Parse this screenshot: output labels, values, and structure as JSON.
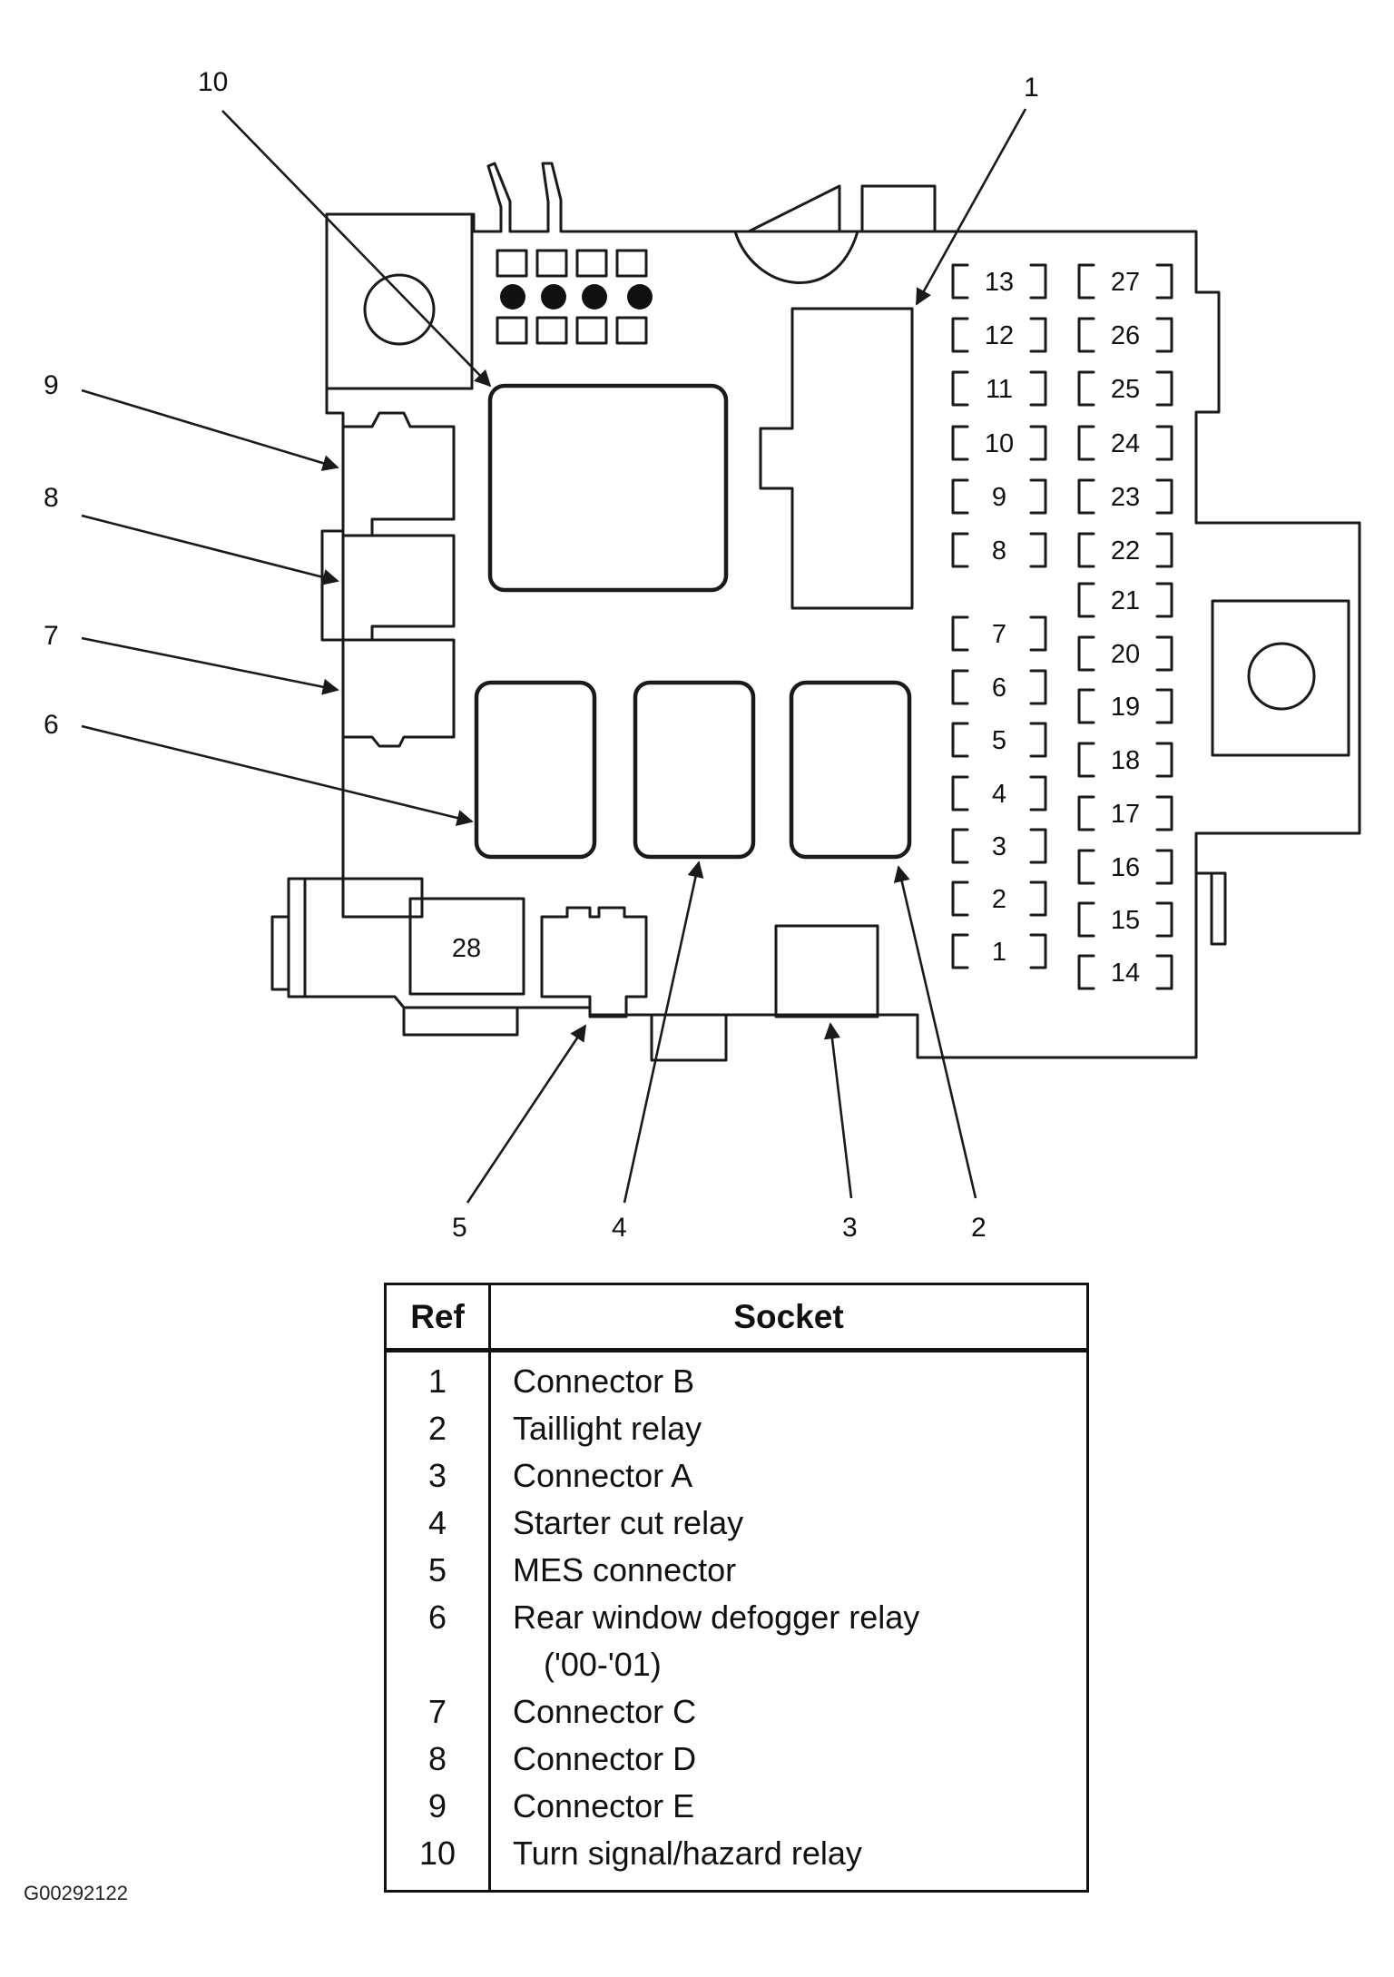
{
  "callouts": [
    {
      "id": "1",
      "label": "1"
    },
    {
      "id": "2",
      "label": "2"
    },
    {
      "id": "3",
      "label": "3"
    },
    {
      "id": "4",
      "label": "4"
    },
    {
      "id": "5",
      "label": "5"
    },
    {
      "id": "6",
      "label": "6"
    },
    {
      "id": "7",
      "label": "7"
    },
    {
      "id": "8",
      "label": "8"
    },
    {
      "id": "9",
      "label": "9"
    },
    {
      "id": "10",
      "label": "10"
    }
  ],
  "fuses_left": [
    "13",
    "12",
    "11",
    "10",
    "9",
    "8",
    "7",
    "6",
    "5",
    "4",
    "3",
    "2",
    "1"
  ],
  "fuses_right": [
    "27",
    "26",
    "25",
    "24",
    "23",
    "22",
    "21",
    "20",
    "19",
    "18",
    "17",
    "16",
    "15",
    "14"
  ],
  "fuse_28": "28",
  "table": {
    "header_ref": "Ref",
    "header_socket": "Socket",
    "rows": [
      {
        "ref": "1",
        "socket": "Connector B"
      },
      {
        "ref": "2",
        "socket": "Taillight relay"
      },
      {
        "ref": "3",
        "socket": "Connector A"
      },
      {
        "ref": "4",
        "socket": "Starter cut relay"
      },
      {
        "ref": "5",
        "socket": "MES connector"
      },
      {
        "ref": "6",
        "socket": "Rear window defogger relay",
        "socket_line2": "('00-'01)"
      },
      {
        "ref": "7",
        "socket": "Connector C"
      },
      {
        "ref": "8",
        "socket": "Connector D"
      },
      {
        "ref": "9",
        "socket": "Connector E"
      },
      {
        "ref": "10",
        "socket": "Turn signal/hazard relay"
      }
    ]
  },
  "image_code": "G00292122"
}
